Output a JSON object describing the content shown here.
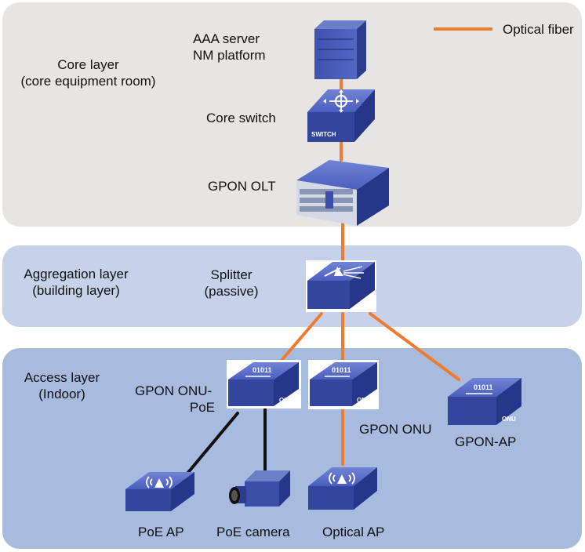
{
  "legend": {
    "optical_fiber": "Optical fiber",
    "fiber_color": "#f07b2c"
  },
  "colors": {
    "core_band": "#e6e5e3",
    "aggregation_band": "#c5d2ea",
    "access_band": "#a7bbde",
    "device_blue": "#3b4ea8",
    "copper_cable": "#111111"
  },
  "layers": {
    "core": {
      "line1": "Core layer",
      "line2": "(core equipment room)"
    },
    "aggregation": {
      "line1": "Aggregation layer",
      "line2": "(building layer)"
    },
    "access": {
      "line1": "Access layer",
      "line2": "(Indoor)"
    }
  },
  "devices": {
    "server": {
      "line1": "AAA server",
      "line2": "NM platform",
      "icon": "server-icon"
    },
    "core_switch": {
      "label": "Core switch",
      "badge": "SWITCH",
      "icon": "switch-icon"
    },
    "olt": {
      "label": "GPON OLT",
      "icon": "olt-icon"
    },
    "splitter": {
      "line1": "Splitter",
      "line2": "(passive)",
      "icon": "splitter-icon"
    },
    "onu_poe": {
      "line1": "GPON ONU-",
      "line2": "PoE",
      "bits": "01011",
      "badge": "ONU",
      "icon": "onu-icon"
    },
    "onu": {
      "label": "GPON ONU",
      "bits": "01011",
      "badge": "ONU",
      "icon": "onu-icon"
    },
    "gpon_ap": {
      "label": "GPON-AP",
      "bits": "01011",
      "badge": "ONU",
      "icon": "onu-icon"
    },
    "poe_ap": {
      "label": "PoE AP",
      "icon": "wireless-ap-icon"
    },
    "poe_camera": {
      "label": "PoE camera",
      "icon": "camera-icon"
    },
    "optical_ap": {
      "label": "Optical AP",
      "icon": "wireless-ap-icon"
    }
  }
}
